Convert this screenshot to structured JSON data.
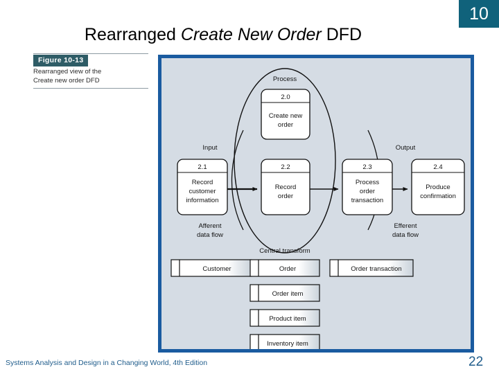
{
  "slide": {
    "chapter_badge": "10",
    "title_prefix": "Rearranged ",
    "title_emphasis": "Create New Order",
    "title_suffix": " DFD",
    "accent_teal": "#10627B",
    "accent_blue": "#1A5BA0",
    "diagram_bg": "#D5DCE4",
    "footer_color": "#1F5C8B"
  },
  "figure_caption": {
    "label": "Figure 10-13",
    "line1": "Rearranged view of the",
    "line2": "Create new order DFD"
  },
  "diagram": {
    "region_labels": {
      "process": "Process",
      "input": "Input",
      "output": "Output",
      "afferent": "Afferent\ndata flow",
      "afferent_line1": "Afferent",
      "afferent_line2": "data flow",
      "efferent_line1": "Efferent",
      "efferent_line2": "data flow",
      "central_transform": "Central transform"
    },
    "processes": [
      {
        "id": "2.0",
        "name_line1": "Create new",
        "name_line2": "order",
        "name": "Create new order"
      },
      {
        "id": "2.1",
        "name_line1": "Record",
        "name_line2": "customer",
        "name_line3": "information",
        "name": "Record customer information"
      },
      {
        "id": "2.2",
        "name_line1": "Record",
        "name_line2": "order",
        "name": "Record order"
      },
      {
        "id": "2.3",
        "name_line1": "Process",
        "name_line2": "order",
        "name_line3": "transaction",
        "name": "Process order transaction"
      },
      {
        "id": "2.4",
        "name_line1": "Produce",
        "name_line2": "confirmation",
        "name": "Produce confirmation"
      }
    ],
    "data_stores": [
      {
        "name": "Customer"
      },
      {
        "name": "Order"
      },
      {
        "name": "Order transaction"
      },
      {
        "name": "Order item"
      },
      {
        "name": "Product item"
      },
      {
        "name": "Inventory item"
      }
    ]
  },
  "footer": {
    "source": "Systems Analysis and Design in a Changing World, 4th Edition",
    "page_number": "22"
  }
}
